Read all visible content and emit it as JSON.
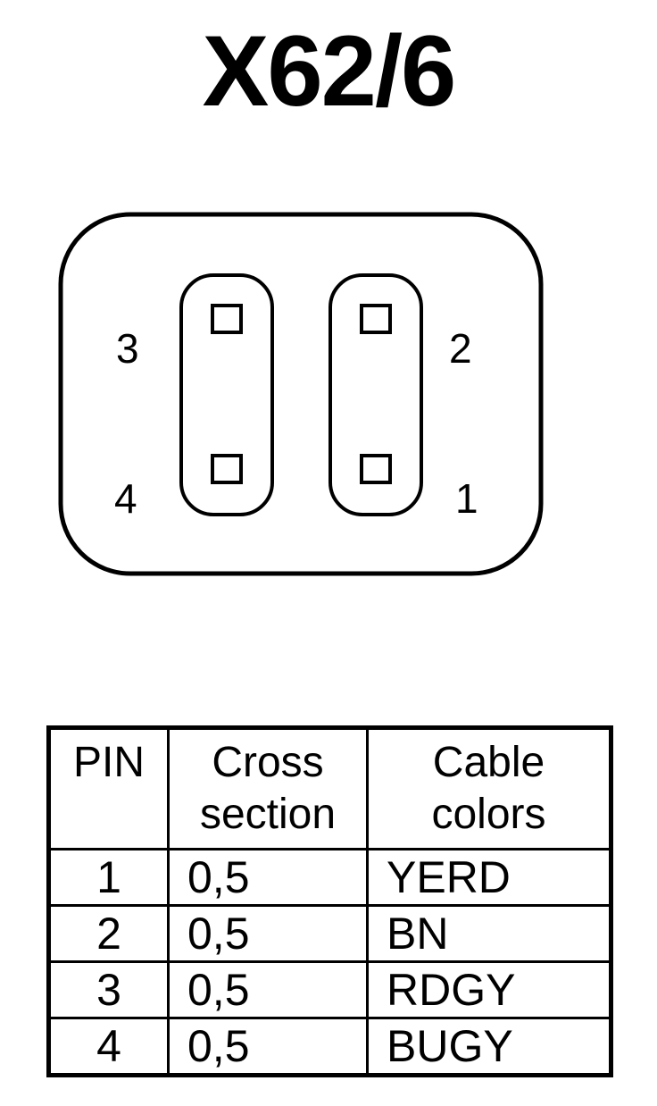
{
  "title": "X62/6",
  "connector": {
    "pin_labels": [
      "3",
      "4",
      "2",
      "1"
    ]
  },
  "table": {
    "headers": {
      "pin": "PIN",
      "cross_section": [
        "Cross",
        "section"
      ],
      "cable_colors": [
        "Cable",
        "colors"
      ]
    },
    "rows": [
      {
        "pin": "1",
        "cross_section": "0,5",
        "color": "YERD"
      },
      {
        "pin": "2",
        "cross_section": "0,5",
        "color": "BN"
      },
      {
        "pin": "3",
        "cross_section": "0,5",
        "color": "RDGY"
      },
      {
        "pin": "4",
        "cross_section": "0,5",
        "color": "BUGY"
      }
    ]
  }
}
